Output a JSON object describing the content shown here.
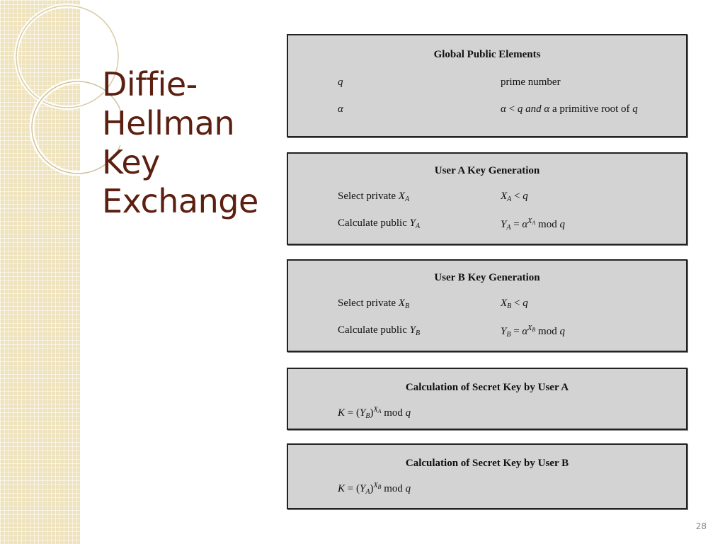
{
  "slide": {
    "title_lines": [
      "Diffie-",
      "Hellman",
      "Key",
      "Exchange"
    ],
    "page_number": "28"
  },
  "panels": {
    "global": {
      "title": "Global Public Elements",
      "q_symbol": "q",
      "q_desc": "prime number",
      "alpha_symbol": "α",
      "alpha_desc_lt": "<",
      "alpha_desc_q": "q",
      "alpha_desc_and": "and",
      "alpha_desc_alpha": "α",
      "alpha_desc_rest": "a primitive root of",
      "alpha_desc_q2": "q"
    },
    "user_a": {
      "title": "User A Key Generation",
      "select_label": "Select private",
      "calc_label": "Calculate public",
      "subscript": "A"
    },
    "user_b": {
      "title": "User B Key Generation",
      "select_label": "Select private",
      "calc_label": "Calculate public",
      "subscript": "B"
    },
    "secret_a": {
      "title": "Calculation of Secret Key by User A",
      "other": "B",
      "own": "A"
    },
    "secret_b": {
      "title": "Calculation of Secret Key by User B",
      "other": "A",
      "own": "B"
    },
    "symbols": {
      "X": "X",
      "Y": "Y",
      "K": "K",
      "q": "q",
      "alpha": "α",
      "lt": "<",
      "eq": "=",
      "mod": "mod",
      "lparen": "(",
      "rparen": ")"
    }
  }
}
